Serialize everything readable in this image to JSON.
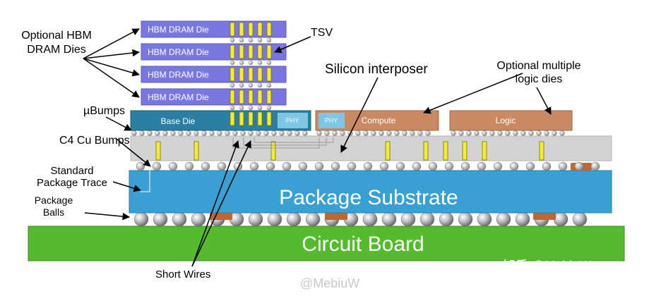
{
  "labels": {
    "hbm_callout_line1": "Optional HBM",
    "hbm_callout_line2": "DRAM Dies",
    "tsv": "TSV",
    "silicon_interposer": "Silicon interposer",
    "logic_callout_line1": "Optional multiple",
    "logic_callout_line2": "logic dies",
    "ubumps": "µBumps",
    "c4_bumps": "C4 Cu Bumps",
    "package_trace_line1": "Standard",
    "package_trace_line2": "Package Trace",
    "package_balls_line1": "Package",
    "package_balls_line2": "Balls",
    "short_wires": "Short Wires"
  },
  "dies": {
    "hbm": [
      "HBM DRAM Die",
      "HBM DRAM Die",
      "HBM DRAM Die",
      "HBM DRAM Die"
    ],
    "base_die": "Base Die",
    "phy": "PHY",
    "compute_phy": "PHY",
    "compute": "Compute",
    "logic": "Logic"
  },
  "layers": {
    "package_substrate": "Package Substrate",
    "circuit_board": "Circuit Board"
  },
  "watermarks": {
    "bottom": "@MebiuW",
    "right": "知乎 @MebiuW"
  },
  "colors": {
    "hbm": "#7a78e0",
    "base_die": "#2a7fa2",
    "phy": "#7ec7e4",
    "logic": "#c98a63",
    "interposer": "#d3d3d3",
    "substrate": "#3a9fd3",
    "board": "#55ba2e",
    "tsv": "#f4ea3a"
  }
}
